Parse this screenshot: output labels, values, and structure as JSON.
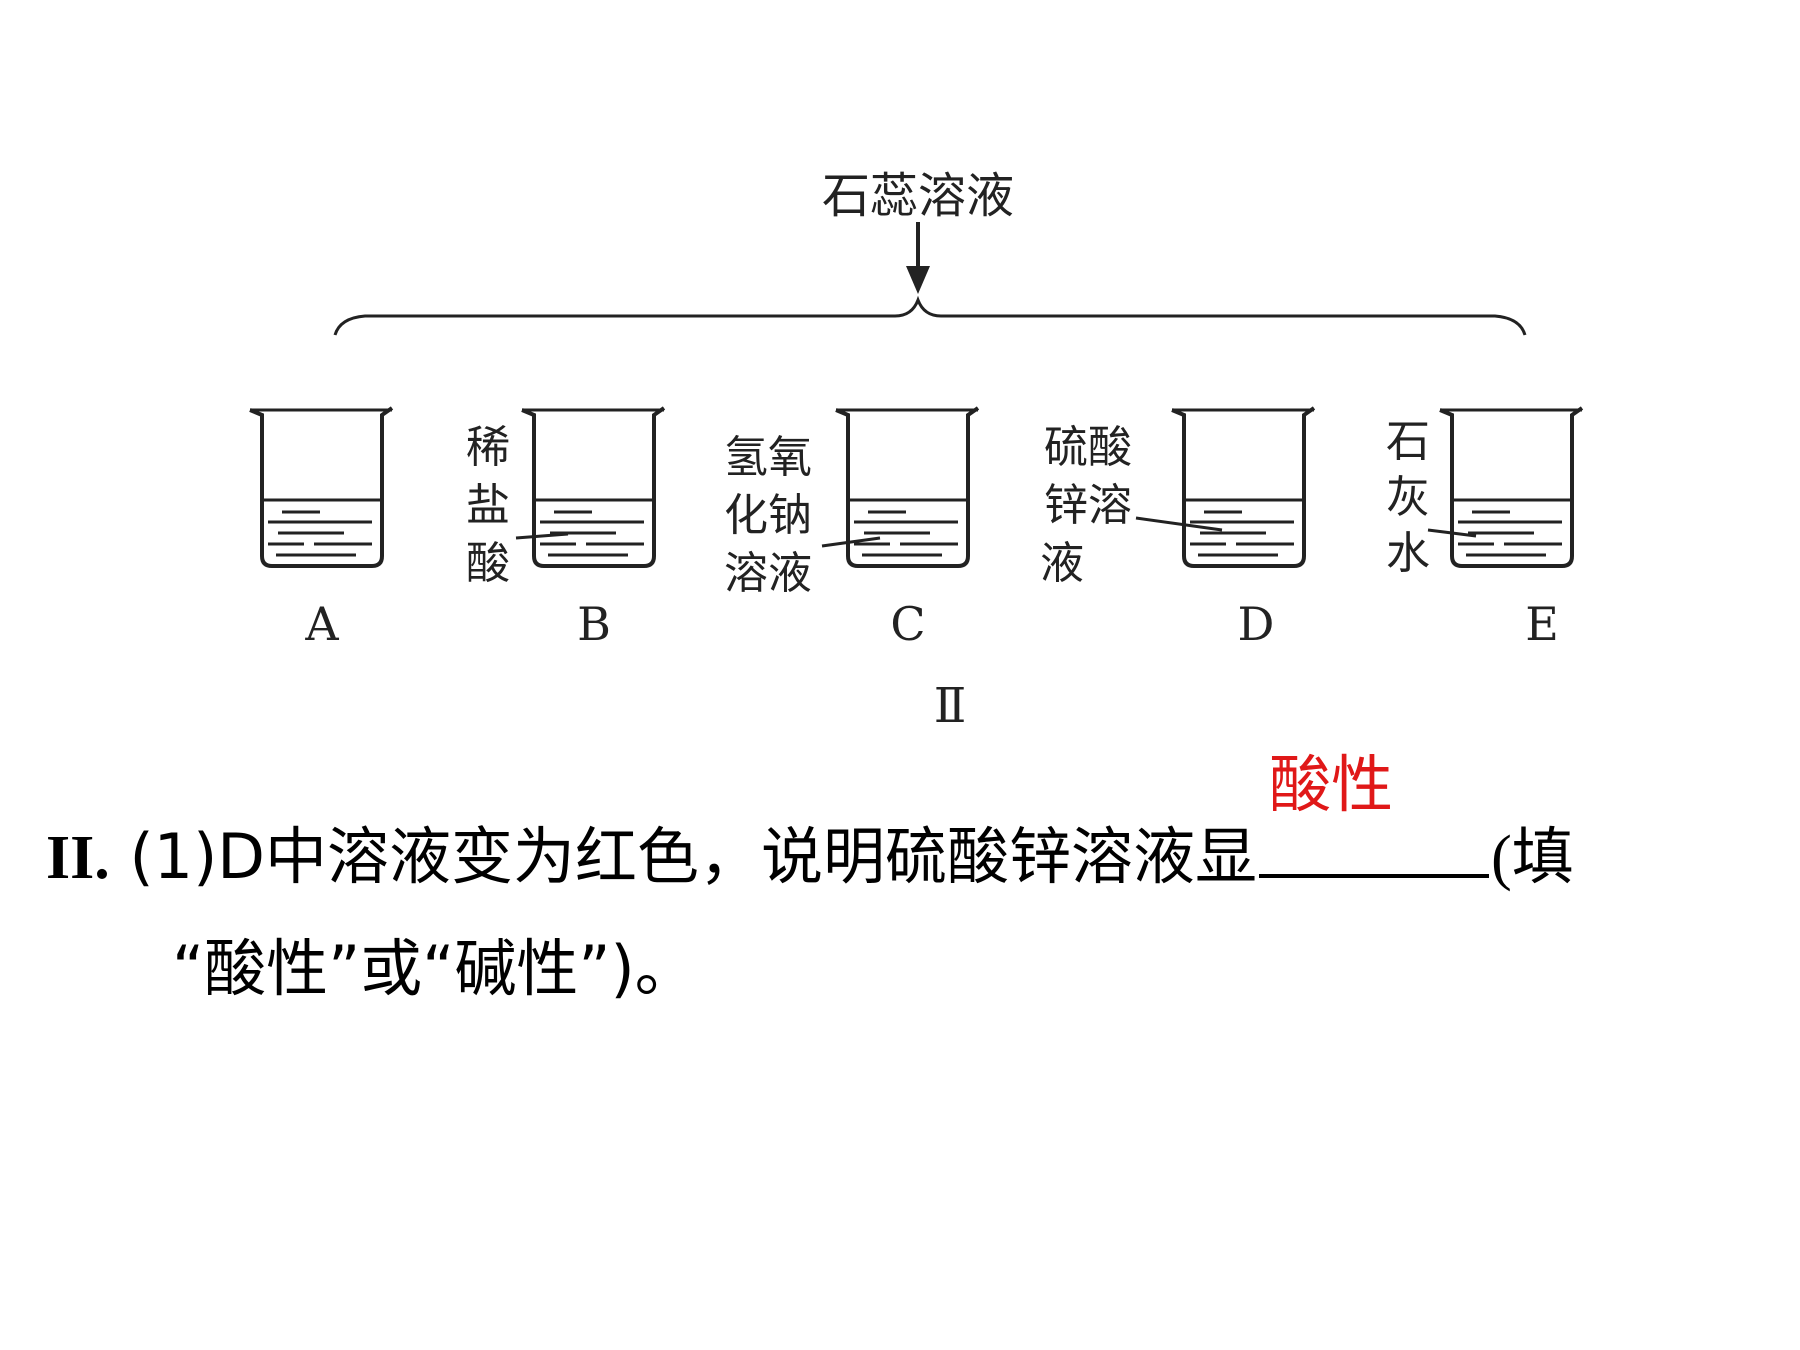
{
  "diagram": {
    "top_label": "石蕊溶液",
    "figure_label": "Ⅱ",
    "beakers": [
      {
        "letter": "A",
        "label_lines": []
      },
      {
        "letter": "B",
        "label_lines": [
          "稀",
          "盐",
          "酸"
        ]
      },
      {
        "letter": "C",
        "label_lines": [
          "氢氧",
          "化钠",
          "溶液"
        ]
      },
      {
        "letter": "D",
        "label_lines": [
          "硫酸",
          "锌溶",
          "液"
        ]
      },
      {
        "letter": "E",
        "label_lines": [
          "石",
          "灰",
          "水"
        ]
      }
    ]
  },
  "question": {
    "number": "II.",
    "line1_before": "(1)D中溶液变为红色，说明硫酸锌溶液显",
    "answer": "酸性",
    "line1_after": "(填",
    "line2": "“酸性”或“碱性”)。"
  },
  "colors": {
    "answer": "#e01818",
    "ink": "#222222"
  }
}
